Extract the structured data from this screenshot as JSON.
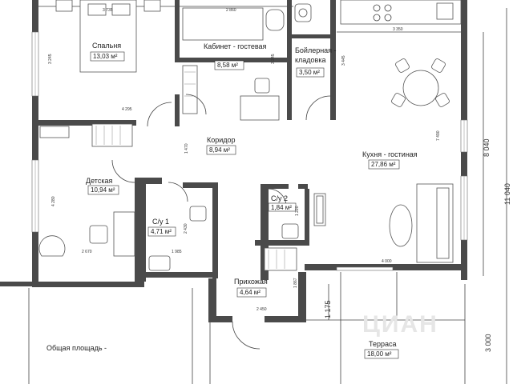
{
  "rooms": {
    "bedroom": {
      "name": "Спальня",
      "area": "13,03 м²"
    },
    "office": {
      "name": "Кабинет - гостевая",
      "area": "8,58 м²"
    },
    "boiler": {
      "name1": "Бойлерная -",
      "name2": "кладовка",
      "area": "3,50 м²"
    },
    "corridor": {
      "name": "Коридор",
      "area": "8,94 м²"
    },
    "kitchen": {
      "name": "Кухня - гостиная",
      "area": "27,86 м²"
    },
    "kids": {
      "name": "Детская",
      "area": "10,94 м²"
    },
    "wc1": {
      "name": "С/у 1",
      "area": "4,71 м²"
    },
    "wc2": {
      "name": "С/у 2",
      "area": "1,84 м²"
    },
    "hall": {
      "name": "Прихожая",
      "area": "4,64 м²"
    },
    "terrace": {
      "name": "Терраса",
      "area": "18,00 м²"
    }
  },
  "total_area_label": "Общая площадь -",
  "watermark": "ЦИАН",
  "dimensions": {
    "d3735": "3 735",
    "d2860": "2 860",
    "d3350": "3 350",
    "d3245a": "3 245",
    "d3245b": "3 245",
    "d3445": "3 445",
    "d4295": "4 295",
    "d7490": "7 490",
    "d1470": "1 470",
    "d4280": "4 280",
    "d2430": "2 430",
    "d1985": "1 985",
    "d2670": "2 670",
    "d1220": "1 220",
    "d4000": "4 000",
    "d1867": "1 867",
    "d2450": "2 450",
    "d1175": "1 175",
    "d8040": "8 040",
    "d11040": "11 040",
    "d3000": "3 000"
  }
}
